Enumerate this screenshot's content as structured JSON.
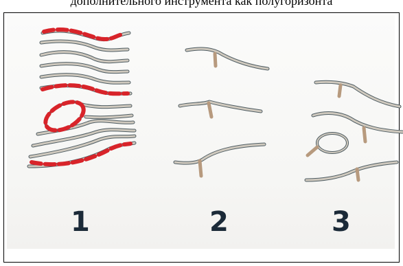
{
  "caption_fragment": "дополнительного инструмента как полугоризонта",
  "panels": [
    {
      "number": "1"
    },
    {
      "number": "2"
    },
    {
      "number": "3"
    }
  ],
  "colors": {
    "line_fill": "#cfc9be",
    "line_edge": "#4f5d63",
    "highlight": "#d8242a",
    "number": "#1b2a38"
  }
}
